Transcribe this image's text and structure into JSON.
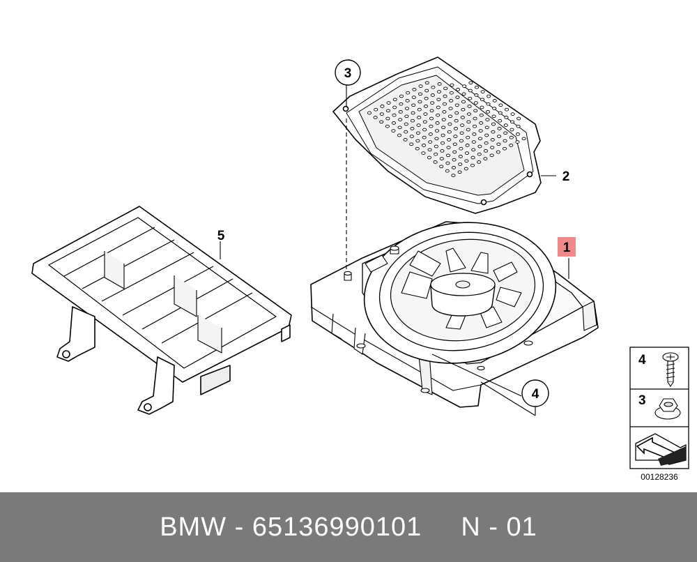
{
  "callouts": {
    "c1": "1",
    "c2": "2",
    "c3": "3",
    "c4": "4",
    "c5": "5"
  },
  "legend": {
    "item_a_num": "4",
    "item_b_num": "3",
    "code": "00128236"
  },
  "footer": {
    "brand_part": "BMW - 65136990101",
    "revision": "N - 01"
  },
  "colors": {
    "footer_bg": "#7a7a7a",
    "highlight": "#f08a8a"
  }
}
